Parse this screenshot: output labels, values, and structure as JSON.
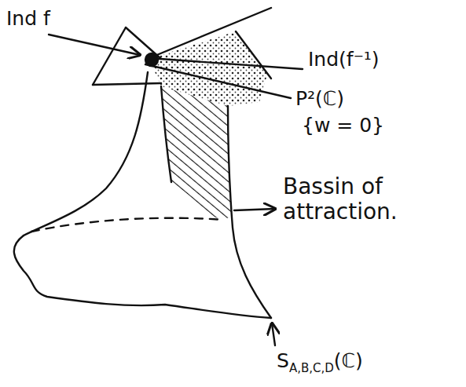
{
  "diagram": {
    "labels": [
      "Ind f",
      "Ind(f⁻¹)",
      "P²(ℂ)",
      "{w = 0}",
      "Bassin of attraction.",
      "SA,B,C,D(ℂ)"
    ]
  }
}
